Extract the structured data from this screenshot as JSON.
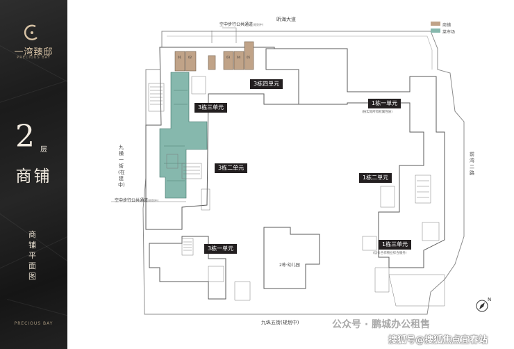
{
  "brand": {
    "name_cn": "一湾臻邸",
    "name_en": "PRECIOUS BAY",
    "bottom_logo": "PRECIOUS BAY"
  },
  "floor": {
    "number": "2",
    "unit": "层",
    "type": "商铺",
    "plan_title": "商铺平面图"
  },
  "legend": [
    {
      "label": "商铺",
      "color": "#c0a388"
    },
    {
      "label": "菜市场",
      "color": "#86b8ad"
    }
  ],
  "streets": {
    "north": "昕海大道",
    "south": "九纵五街(规划中)",
    "west": "九横一街(在建中)",
    "east": "前湾二路"
  },
  "corridors": {
    "top": "空中步行公共通道",
    "top_note": "(规划中)",
    "mid": "空中步行公共通道",
    "mid_note": "(规划中)"
  },
  "units": [
    {
      "label": "3栋四单元"
    },
    {
      "label": "3栋三单元"
    },
    {
      "label": "3栋二单元"
    },
    {
      "label": "3栋一单元"
    },
    {
      "label": "1栋一单元",
      "note": "(按实际所得权属性质)"
    },
    {
      "label": "1栋二单元"
    },
    {
      "label": "1栋三单元",
      "note": "(议价合作物业综合服务)"
    }
  ],
  "kindergarten": "2栋·幼儿园",
  "shops": [
    "01",
    "02",
    "03",
    "04",
    "05"
  ],
  "compass": "N",
  "watermark": {
    "line1": "公众号 · 鹏城办公租售",
    "line2": "搜狐号@搜狐焦点宜春站"
  },
  "colors": {
    "shop": "#c0a388",
    "market": "#86b8ad",
    "label_bg": "#231f20"
  }
}
